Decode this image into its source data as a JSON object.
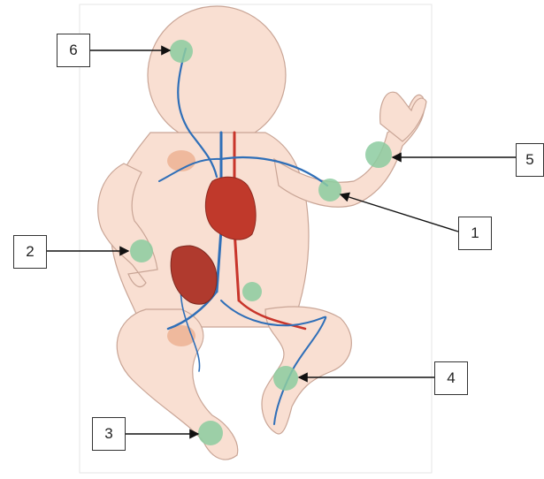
{
  "labels": [
    "1",
    "2",
    "3",
    "4",
    "5",
    "6"
  ],
  "colors": {
    "skin": "#f9dfd2",
    "skin_outline": "#c9a596",
    "site": "#8ccca0",
    "vein": "#2f6fb8",
    "artery": "#c8352b",
    "heart": "#c0392b",
    "liver": "#b03a2e",
    "bruise": "#e8a07a"
  }
}
